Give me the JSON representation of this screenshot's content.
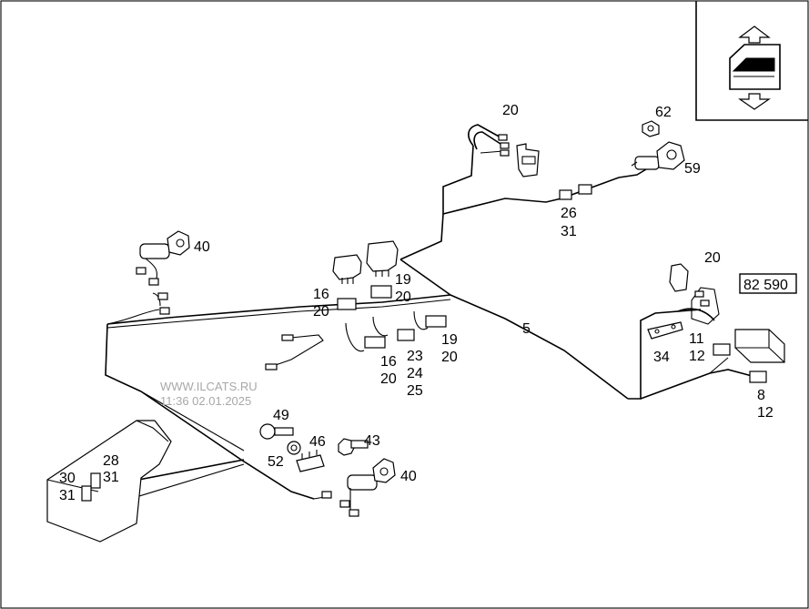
{
  "labels": {
    "l20a": "20",
    "l62": "62",
    "l59": "59",
    "l26": "26",
    "l31a": "31",
    "l40a": "40",
    "l16a": "16",
    "l20b": "20",
    "l19a": "19",
    "l20c": "20",
    "l5": "5",
    "l20d": "20",
    "l82590": "82 590",
    "l16b": "16",
    "l20e": "20",
    "l23": "23",
    "l24": "24",
    "l25": "25",
    "l19b": "19",
    "l20f": "20",
    "l34": "34",
    "l11": "11",
    "l12a": "12",
    "l8": "8",
    "l12b": "12",
    "l49": "49",
    "l46": "46",
    "l43": "43",
    "l52": "52",
    "l40b": "40",
    "l28": "28",
    "l31b": "31",
    "l30": "30",
    "l31c": "31"
  },
  "watermark": {
    "line1": "WWW.ILCATS.RU",
    "line2": "11:36 02.01.2025"
  },
  "icons": {
    "door_nav": "door-window-up-down-icon"
  }
}
